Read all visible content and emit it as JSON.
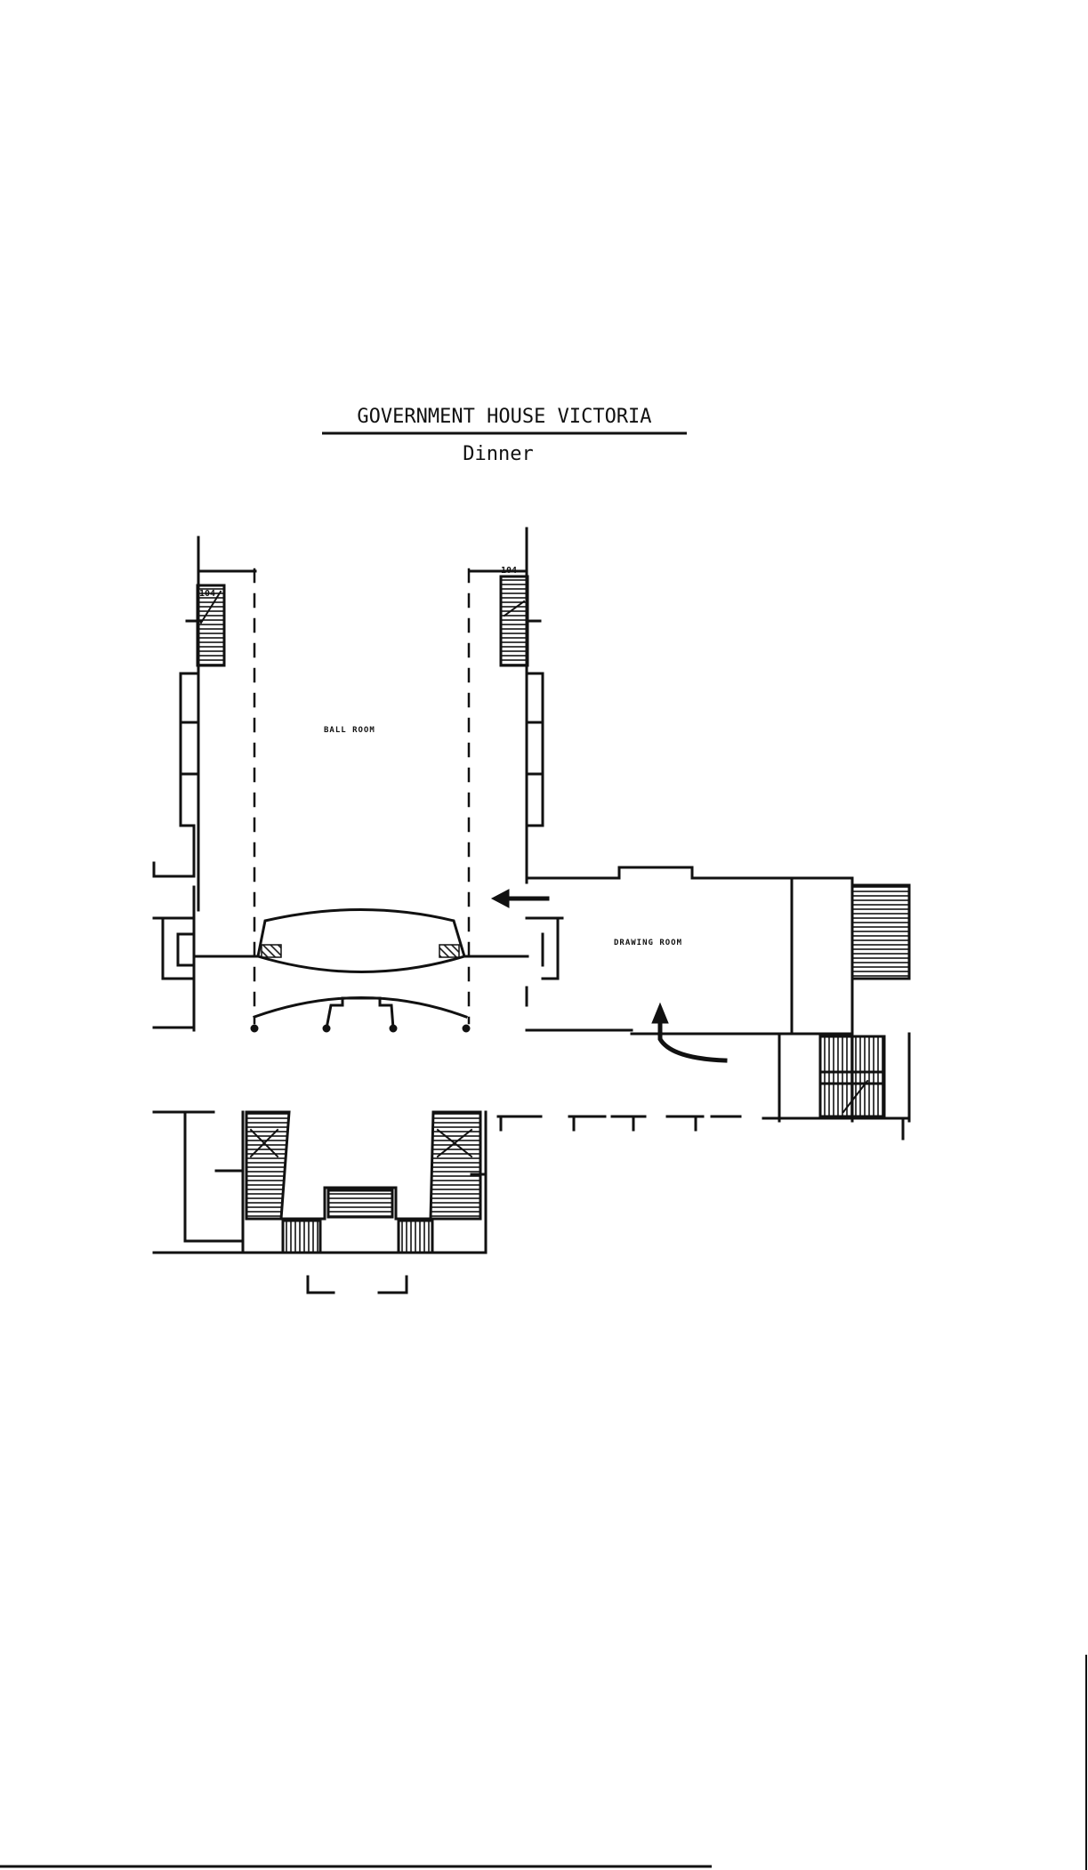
{
  "document": {
    "title": "GOVERNMENT HOUSE VICTORIA",
    "subtitle": "Dinner"
  },
  "plan": {
    "rooms": {
      "ball_room": "BALL ROOM",
      "drawing_room": "DRAWING ROOM"
    },
    "stair_numbers": {
      "left": "104",
      "right": "104"
    }
  }
}
